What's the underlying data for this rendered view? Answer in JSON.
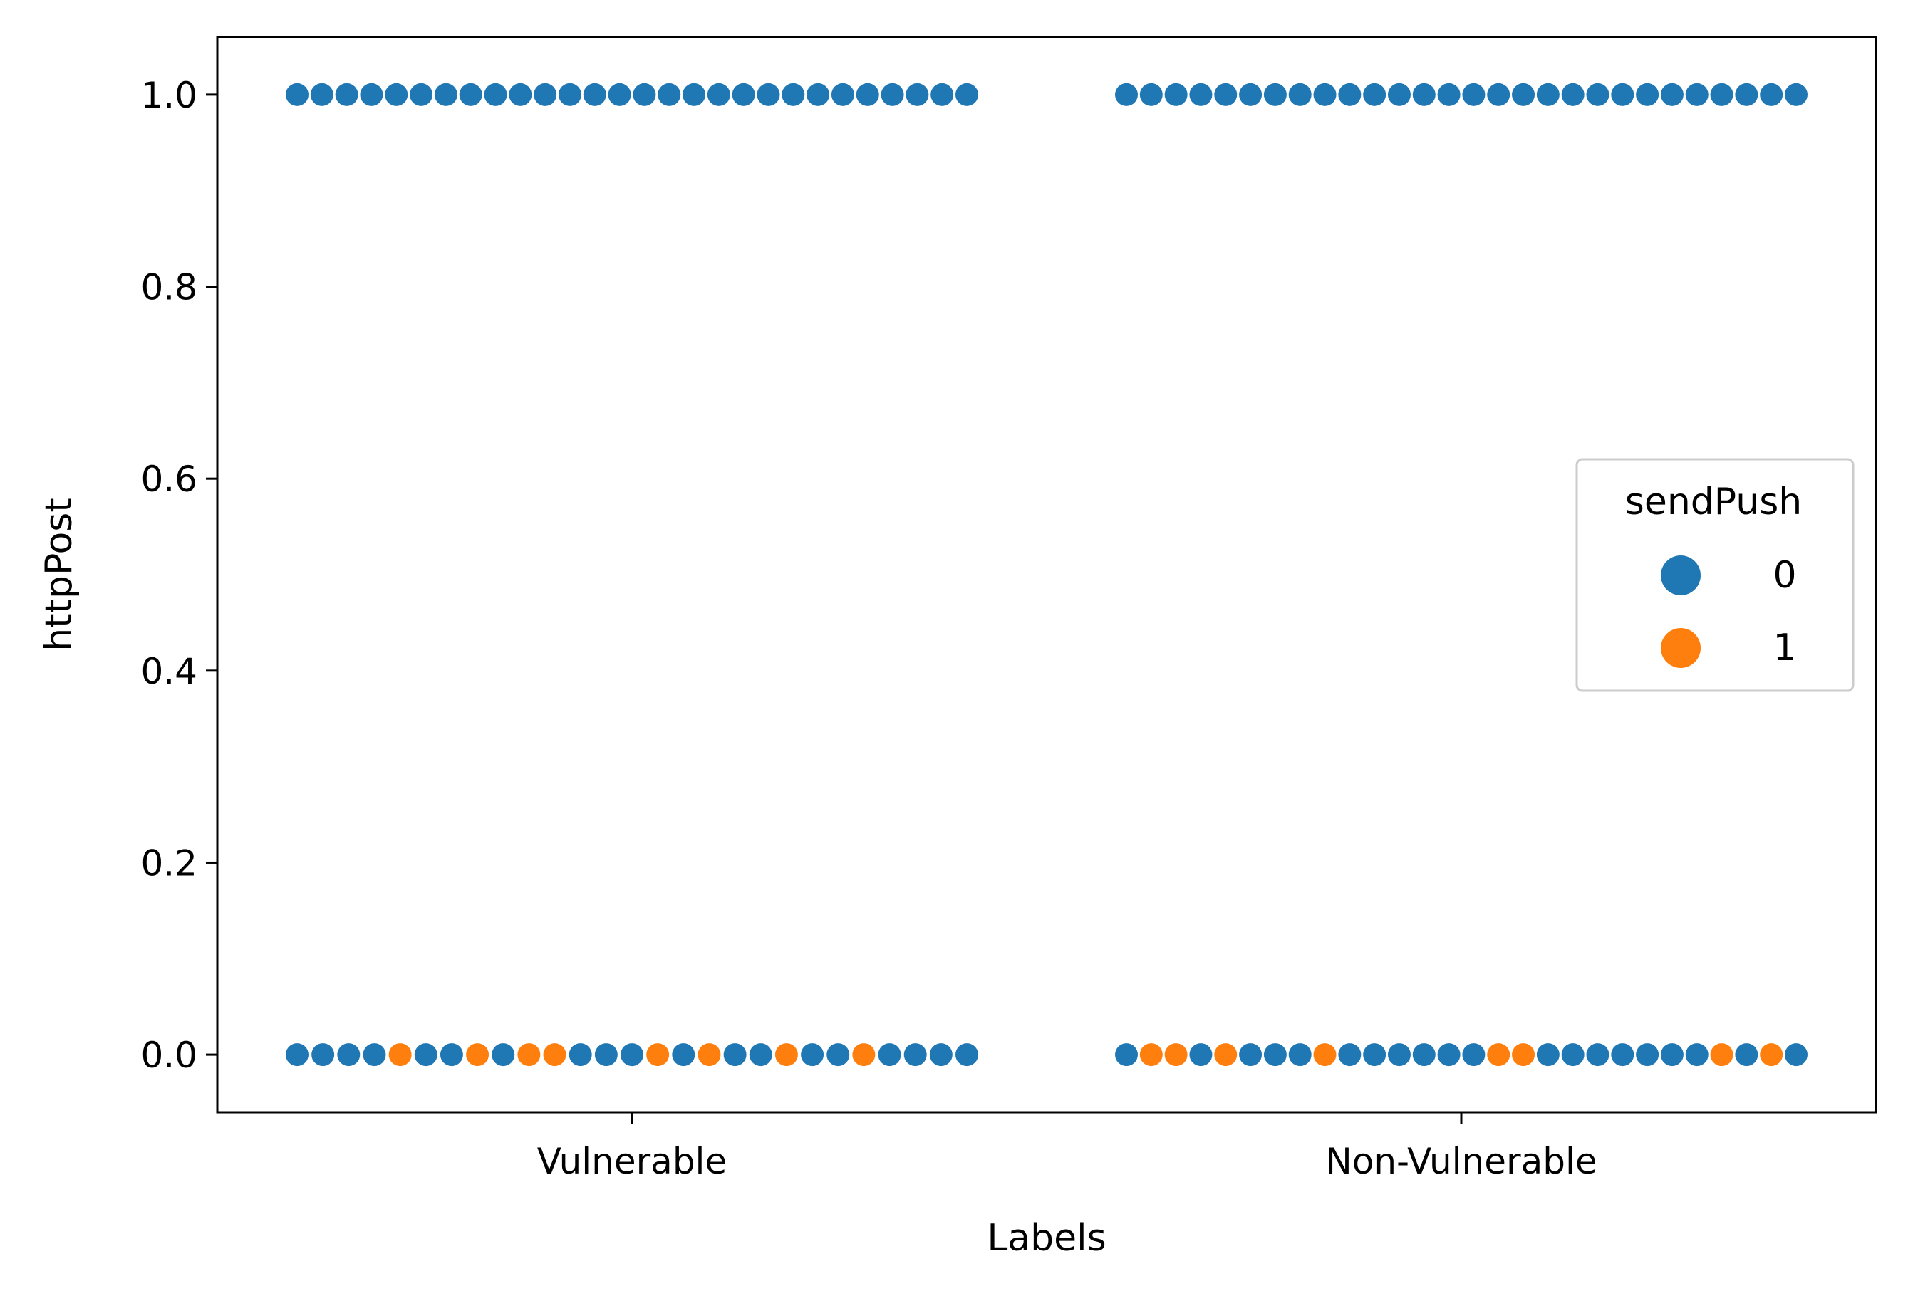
{
  "chart_data": {
    "type": "scatter",
    "subtype": "swarm",
    "xlabel": "Labels",
    "ylabel": "httpPost",
    "categories": [
      "Vulnerable",
      "Non-Vulnerable"
    ],
    "yticks": [
      "0.0",
      "0.2",
      "0.4",
      "0.6",
      "0.8",
      "1.0"
    ],
    "ytick_values": [
      0.0,
      0.2,
      0.4,
      0.6,
      0.8,
      1.0
    ],
    "ylim": [
      -0.06,
      1.06
    ],
    "grid": false,
    "legend": {
      "title": "sendPush",
      "placement": "center-right",
      "entries": [
        {
          "label": "0",
          "color": "#1f77b4"
        },
        {
          "label": "1",
          "color": "#ff7f0e"
        }
      ]
    },
    "swarms": [
      {
        "category": "Vulnerable",
        "y": 1.0,
        "sendPush": [
          0,
          0,
          0,
          0,
          0,
          0,
          0,
          0,
          0,
          0,
          0,
          0,
          0,
          0,
          0,
          0,
          0,
          0,
          0,
          0,
          0,
          0,
          0,
          0,
          0,
          0,
          0,
          0
        ]
      },
      {
        "category": "Vulnerable",
        "y": 0.0,
        "sendPush": [
          0,
          0,
          0,
          0,
          1,
          0,
          0,
          1,
          0,
          1,
          1,
          0,
          0,
          0,
          1,
          0,
          1,
          0,
          0,
          1,
          0,
          0,
          1,
          0,
          0,
          0,
          0
        ]
      },
      {
        "category": "Non-Vulnerable",
        "y": 1.0,
        "sendPush": [
          0,
          0,
          0,
          0,
          0,
          0,
          0,
          0,
          0,
          0,
          0,
          0,
          0,
          0,
          0,
          0,
          0,
          0,
          0,
          0,
          0,
          0,
          0,
          0,
          0,
          0,
          0,
          0
        ]
      },
      {
        "category": "Non-Vulnerable",
        "y": 0.0,
        "sendPush": [
          0,
          1,
          1,
          0,
          1,
          0,
          0,
          0,
          1,
          0,
          0,
          0,
          0,
          0,
          0,
          1,
          1,
          0,
          0,
          0,
          0,
          0,
          0,
          0,
          1,
          0,
          1,
          0
        ]
      }
    ]
  }
}
